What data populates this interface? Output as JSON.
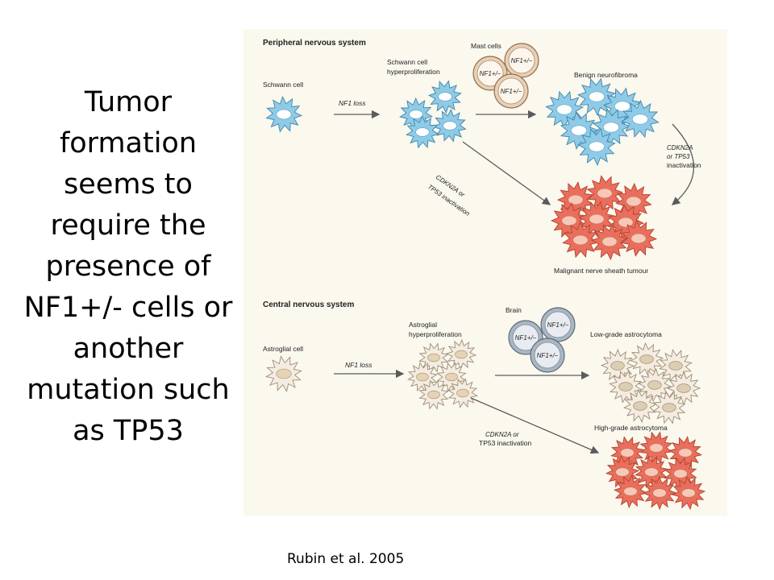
{
  "slide": {
    "title": "Tumor formation seems to require the presence of NF1+/- cells or another mutation such as TP53",
    "citation": "Rubin et al. 2005"
  },
  "figure": {
    "pns": {
      "heading": "Peripheral nervous system",
      "schwann_cell": "Schwann cell",
      "nf1_loss": "NF1 loss",
      "hyperprolif_line1": "Schwann cell",
      "hyperprolif_line2": "hyperproliferation",
      "mast_cells": "Mast cells",
      "cell_label": "NF1+/−",
      "benign": "Benign neurofibroma",
      "inact_mid_line1": "CDKN2A or",
      "inact_mid_line2": "TP53 inactivation",
      "inact_right_line1": "CDKN2A",
      "inact_right_line2": "or TP53",
      "inact_right_line3": "inactivation",
      "malignant": "Malignant nerve sheath tumour"
    },
    "cns": {
      "heading": "Central nervous system",
      "astroglial_cell": "Astroglial cell",
      "nf1_loss": "NF1 loss",
      "hyperprolif_line1": "Astroglial",
      "hyperprolif_line2": "hyperproliferation",
      "brain": "Brain",
      "cell_label": "NF1+/−",
      "low_grade": "Low-grade astrocytoma",
      "inact_line1": "CDKN2A or",
      "inact_line2": "TP53 inactivation",
      "high_grade": "High-grade astrocytoma"
    },
    "colors": {
      "schwann": "#8fcbe6",
      "schwann_dark": "#5aa8cf",
      "astroglial": "#f4ece0",
      "astroglial_dark": "#dccdb5",
      "malignant": "#e96f5c",
      "malignant_nucleus": "#f7c8b8",
      "mast_cell": "#e9cfb4",
      "brain_cell": "#a9b6c4",
      "background": "#fbf8ee"
    }
  }
}
